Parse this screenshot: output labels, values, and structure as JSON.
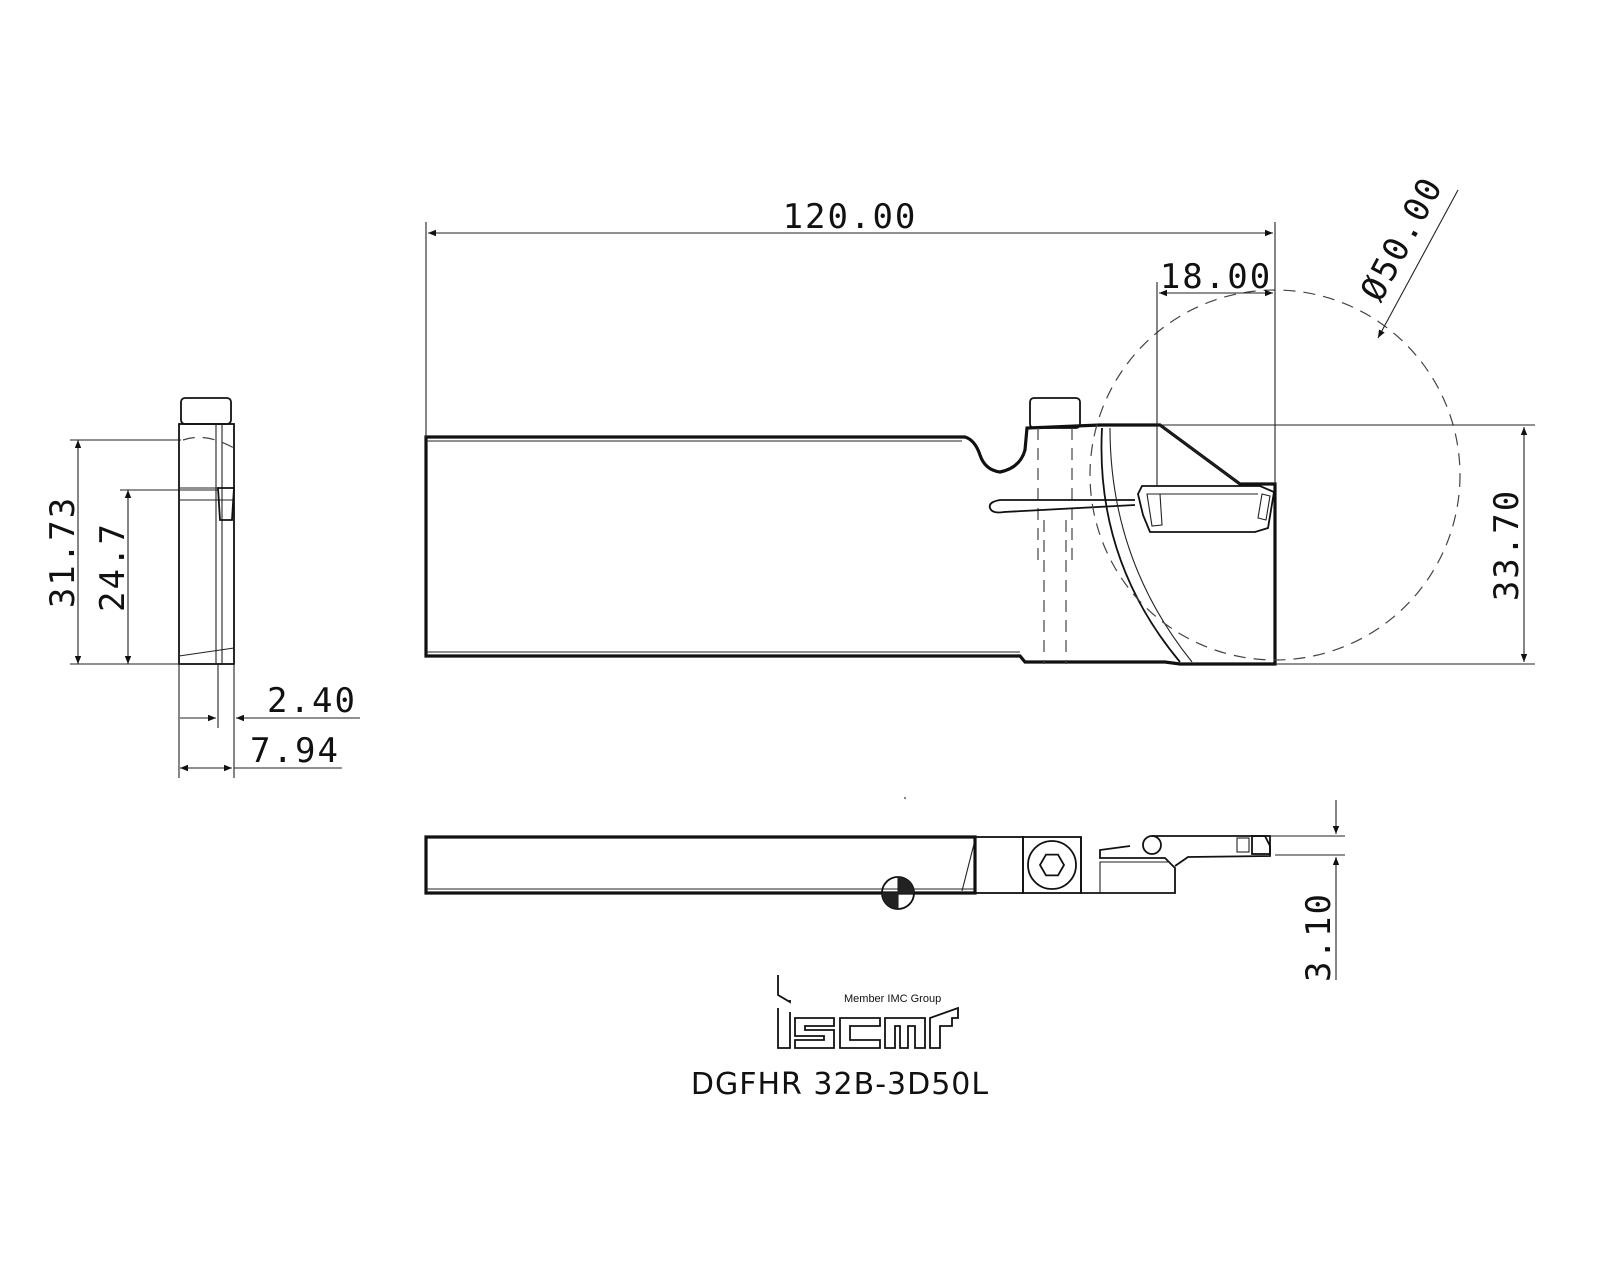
{
  "dimensions": {
    "overall_length": "120.00",
    "insert_offset": "18.00",
    "diameter": "Ø50.00",
    "height_right": "33.70",
    "height_left": "31.73",
    "height_inner": "24.7",
    "width_small": "2.40",
    "width_large": "7.94",
    "offset_bottom": "3.10"
  },
  "logo": {
    "tagline": "Member IMC Group",
    "brand": "iscar"
  },
  "part_number": "DGFHR 32B-3D50L",
  "colors": {
    "line": "#111111",
    "background": "#ffffff"
  }
}
